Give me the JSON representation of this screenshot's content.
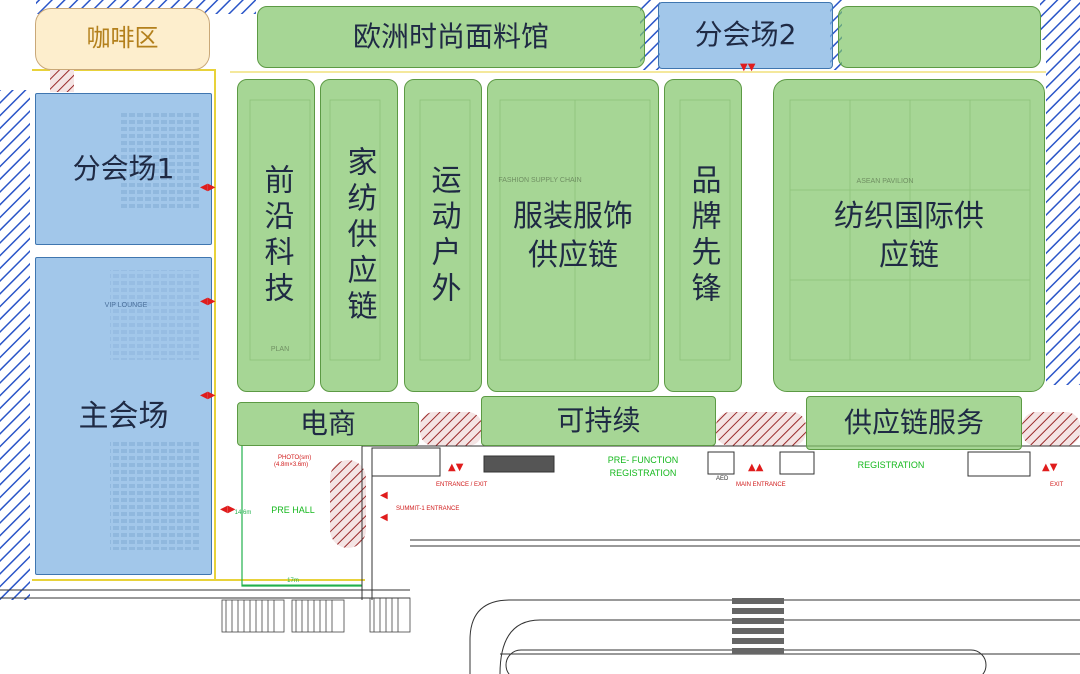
{
  "colors": {
    "zone_green": "#80c468",
    "zone_blue": "#7eb2e2",
    "cafe_fill": "#fdeecd",
    "cafe_text": "#b3801c",
    "label_text": "#1f2a44",
    "hatch_blue": "#2a55c8",
    "hatch_red": "#9a2a2a",
    "plan_green": "#16b81e",
    "plan_red": "#d01818"
  },
  "zones": {
    "cafe": "咖啡区",
    "european_fabric_hall": "欧洲时尚面料馆",
    "subvenue_2": "分会场2",
    "top_right_block": "",
    "subvenue_1": "分会场1",
    "main_venue": "主会场",
    "frontier_tech": "前沿科技",
    "home_textile_supply_chain": "家纺供应链",
    "sports_outdoor": "运动户外",
    "apparel_supply_chain": "服装服饰供应链",
    "brand_pioneer": "品牌先锋",
    "textile_international_supply_chain": "纺织国际供应链",
    "ecommerce": "电商",
    "sustainable": "可持续",
    "supply_chain_services": "供应链服务"
  },
  "plan_labels": {
    "pre_function": "PRE- FUNCTION",
    "registration_1": "REGISTRATION",
    "registration_2": "REGISTRATION",
    "pre_hall": "PRE HALL",
    "entrance_exit": "ENTRANCE / EXIT",
    "main_entrance": "MAIN ENTRANCE",
    "exit": "EXIT",
    "summit_entrance": "SUMMIT-1 ENTRANCE",
    "aed": "AED",
    "width_label_1": "14.6m",
    "width_label_2": "17m",
    "fashion_supply_chain": "FASHION SUPPLY CHAIN",
    "asean_pavilion": "ASEAN PAVILION",
    "vip_lounge": "VIP LOUNGE",
    "plan_item": "PLAN",
    "photo_note": "PHOTO(sm)",
    "photo_dim": "(4.8m×3.6m)"
  }
}
